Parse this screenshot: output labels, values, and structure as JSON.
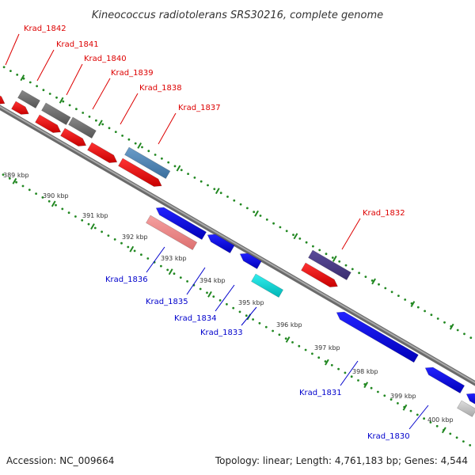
{
  "title": "Kineococcus radiotolerans SRS30216, complete genome",
  "footer": {
    "accession": "Accession: NC_009664",
    "topology": "Topology: linear; Length: 4,761,183 bp; Genes: 4,544"
  },
  "colors": {
    "forward_label": "#dd0000",
    "reverse_label": "#0000cc",
    "tick": "#228822",
    "backbone": "#8a8a8a"
  },
  "kbp_labels": [
    "389 kbp",
    "390 kbp",
    "391 kbp",
    "392 kbp",
    "393 kbp",
    "394 kbp",
    "395 kbp",
    "396 kbp",
    "397 kbp",
    "398 kbp",
    "399 kbp",
    "400 kbp"
  ],
  "forward_labels": [
    "Krad_1842",
    "Krad_1841",
    "Krad_1840",
    "Krad_1839",
    "Krad_1838",
    "Krad_1837",
    "Krad_1832"
  ],
  "reverse_labels": [
    "Krad_1836",
    "Krad_1835",
    "Krad_1834",
    "Krad_1833",
    "Krad_1831",
    "Krad_1830"
  ]
}
